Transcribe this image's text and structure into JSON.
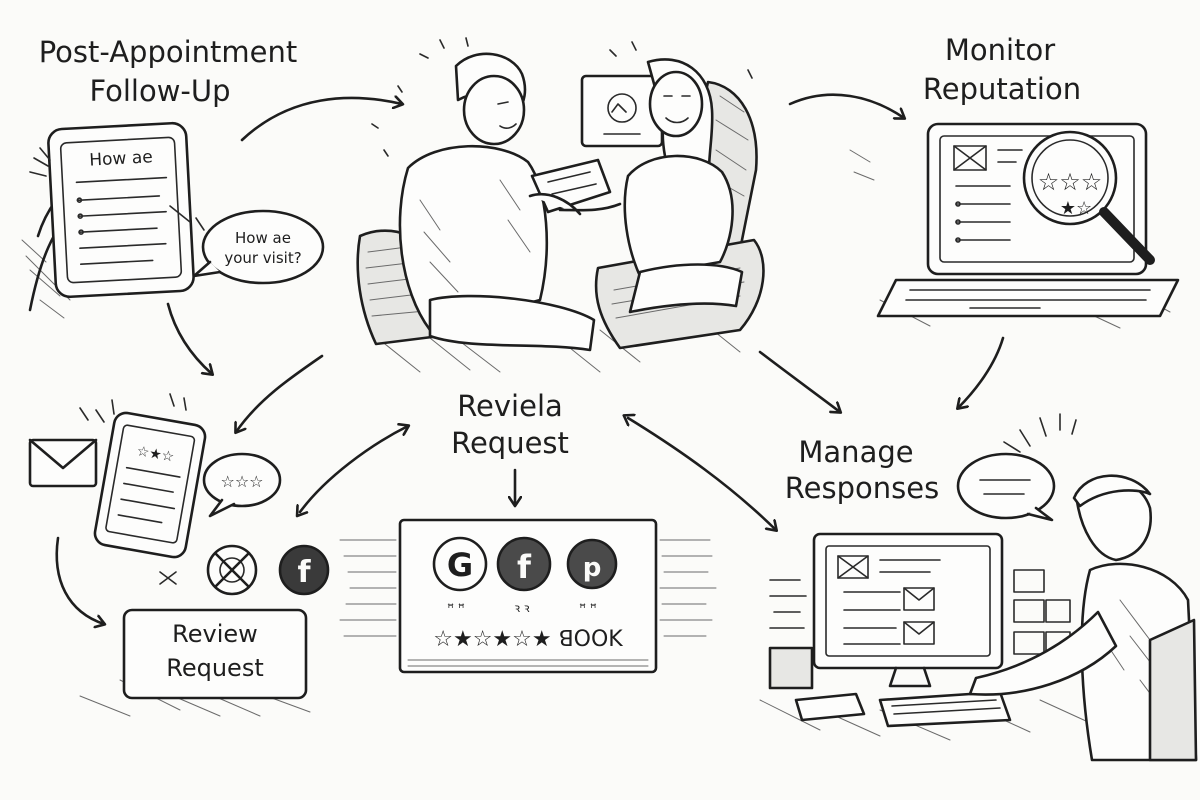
{
  "labels": {
    "post_appointment_line1": "Post-Appointment",
    "post_appointment_line2": "Follow-Up",
    "monitor_line1": "Monitor",
    "monitor_line2": "Reputation",
    "center_line1": "Reviela",
    "center_line2": "Request",
    "manage_line1": "Manage",
    "manage_line2": "Responses",
    "review_box_line1": "Review",
    "review_box_line2": "Request"
  },
  "phone_screen_text": "How ae",
  "phone_screen_subtext": "",
  "speech_bubble_line1": "How ae",
  "speech_bubble_line2": "your visit?",
  "platform_icons": [
    "G",
    "f",
    "p"
  ],
  "platform_star_row": "☆★☆★☆★ ꓭOOK",
  "review_icons": [
    "crossed-circle-icon",
    "facebook-icon"
  ],
  "colors": {
    "ink": "#1e1e1e",
    "paper": "#fbfbf9"
  }
}
